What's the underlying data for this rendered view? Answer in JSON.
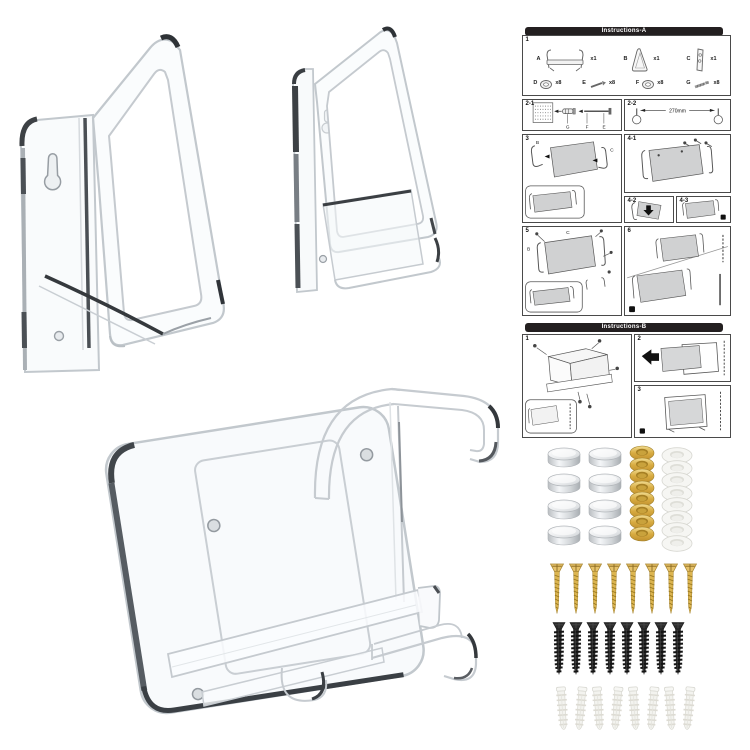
{
  "sheet_a": {
    "title": "Instructions-A",
    "step1_label": "1",
    "step21_label": "2-1",
    "step22_label": "2-2",
    "step3_label": "3",
    "step41_label": "4-1",
    "step42_label": "4-2",
    "step43_label": "4-3",
    "step5_label": "5",
    "step6_label": "6",
    "dimension_label": "270mm",
    "parts": [
      {
        "label": "A",
        "qty": "x1"
      },
      {
        "label": "B",
        "qty": "x1"
      },
      {
        "label": "C",
        "qty": "x1"
      },
      {
        "label": "D",
        "qty": "x8"
      },
      {
        "label": "E",
        "qty": "x8"
      },
      {
        "label": "F",
        "qty": "x8"
      },
      {
        "label": "G",
        "qty": "x8"
      }
    ],
    "anchor_step_labels": [
      "G",
      "F",
      "E"
    ],
    "callouts": {
      "b": "B",
      "c": "C"
    }
  },
  "sheet_b": {
    "title": "Instructions-B",
    "step1_label": "1",
    "step2_label": "2",
    "step3_label": "3"
  },
  "hardware": {
    "magnet_count": 8,
    "gold_washer_count": 8,
    "white_washer_count": 8,
    "gold_screw_count": 8,
    "black_screw_count": 8,
    "anchor_count": 8,
    "colors": {
      "silver": "#d8dadc",
      "gold": "#d2a544",
      "white": "#f3f3f0",
      "black": "#202020",
      "header": "#231f20"
    }
  }
}
